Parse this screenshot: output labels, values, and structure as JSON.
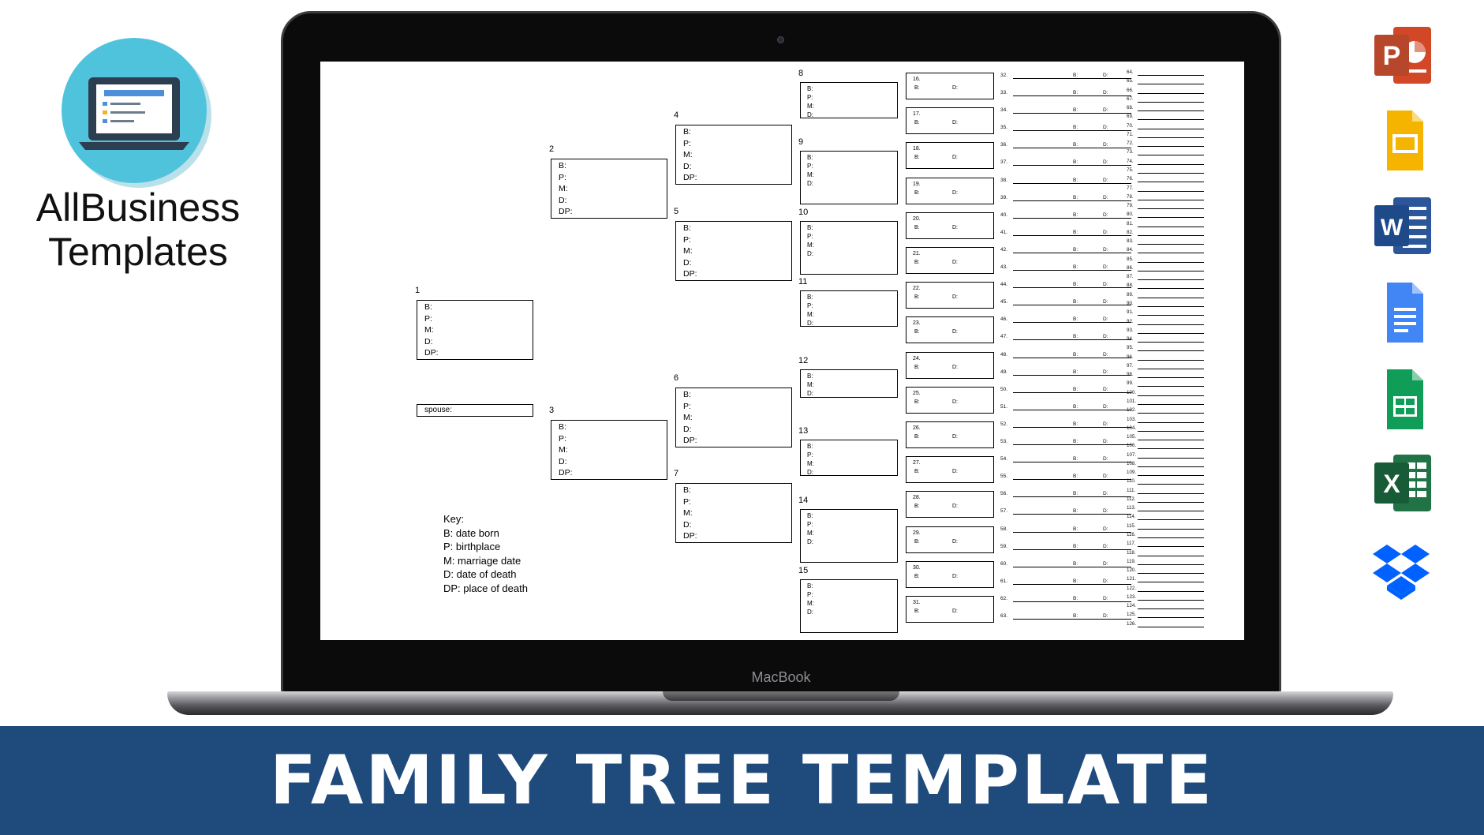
{
  "brand": {
    "name_line1": "AllBusiness",
    "name_line2": "Templates",
    "logo_icon": "laptop-icon",
    "colors": {
      "circle": "#4fc3dc",
      "circle_shadow": "#38a6bf",
      "laptop": "#2d3e50"
    }
  },
  "laptop": {
    "bezel_label": "MacBook"
  },
  "tree": {
    "generation1": [
      {
        "num": "1",
        "fields": [
          "B:",
          "P:",
          "M:",
          "D:",
          "DP:"
        ]
      }
    ],
    "spouse_label": "spouse:",
    "generation2": [
      {
        "num": "2",
        "fields": [
          "B:",
          "P:",
          "M:",
          "D:",
          "DP:"
        ]
      },
      {
        "num": "3",
        "fields": [
          "B:",
          "P:",
          "M:",
          "D:",
          "DP:"
        ]
      }
    ],
    "generation3": [
      {
        "num": "4",
        "fields": [
          "B:",
          "P:",
          "M:",
          "D:",
          "DP:"
        ]
      },
      {
        "num": "5",
        "fields": [
          "B:",
          "P:",
          "M:",
          "D:",
          "DP:"
        ]
      },
      {
        "num": "6",
        "fields": [
          "B:",
          "P:",
          "M:",
          "D:",
          "DP:"
        ]
      },
      {
        "num": "7",
        "fields": [
          "B:",
          "P:",
          "M:",
          "D:",
          "DP:"
        ]
      }
    ],
    "generation4": [
      {
        "num": "8",
        "fields": [
          "B:",
          "P:",
          "M:",
          "D:"
        ]
      },
      {
        "num": "9",
        "fields": [
          "B:",
          "P:",
          "M:",
          "D:"
        ]
      },
      {
        "num": "10",
        "fields": [
          "B:",
          "P:",
          "M:",
          "D:"
        ]
      },
      {
        "num": "11",
        "fields": [
          "B:",
          "P:",
          "M:",
          "D:"
        ]
      },
      {
        "num": "12",
        "fields": [
          "B:",
          "M:",
          "D:"
        ]
      },
      {
        "num": "13",
        "fields": [
          "B:",
          "P:",
          "M:",
          "D:"
        ]
      },
      {
        "num": "14",
        "fields": [
          "B:",
          "P:",
          "M:",
          "D:"
        ]
      },
      {
        "num": "15",
        "fields": [
          "B:",
          "P:",
          "M:",
          "D:"
        ]
      }
    ],
    "generation5": [
      "16.",
      "17.",
      "18.",
      "19.",
      "20.",
      "21.",
      "22.",
      "23.",
      "24.",
      "25.",
      "26.",
      "27.",
      "28.",
      "29.",
      "30.",
      "31."
    ],
    "generation5_b": "B:",
    "generation5_d": "D:",
    "generation6": [
      "32.",
      "33.",
      "34.",
      "35.",
      "36.",
      "37.",
      "38.",
      "39.",
      "40.",
      "41.",
      "42.",
      "43.",
      "44.",
      "45.",
      "46.",
      "47.",
      "48.",
      "49.",
      "50.",
      "51.",
      "52.",
      "53.",
      "54.",
      "55.",
      "56.",
      "57.",
      "58.",
      "59.",
      "60.",
      "61.",
      "62.",
      "63."
    ],
    "generation6_b": "B:",
    "generation6_d": "D:",
    "generation7": [
      "64.",
      "65.",
      "66.",
      "67.",
      "68.",
      "69.",
      "70.",
      "71.",
      "72.",
      "73.",
      "74.",
      "75.",
      "76.",
      "77.",
      "78.",
      "79.",
      "80.",
      "81.",
      "82.",
      "83.",
      "84.",
      "85.",
      "86.",
      "87.",
      "88.",
      "89.",
      "90.",
      "91.",
      "92.",
      "93.",
      "94.",
      "95.",
      "96.",
      "97.",
      "98.",
      "99.",
      "100.",
      "101.",
      "102.",
      "103.",
      "104.",
      "105.",
      "106.",
      "107.",
      "108.",
      "109.",
      "110.",
      "111.",
      "112.",
      "113.",
      "114.",
      "115.",
      "116.",
      "117.",
      "118.",
      "119.",
      "120.",
      "121.",
      "122.",
      "123.",
      "124.",
      "125.",
      "126."
    ],
    "key": {
      "title": "Key:",
      "items": [
        "B: date born",
        "P: birthplace",
        "M: marriage date",
        "D: date of death",
        "DP: place of death"
      ]
    }
  },
  "app_icons": [
    {
      "name": "powerpoint-icon",
      "letter": "P",
      "color": "#d24726"
    },
    {
      "name": "google-slides-icon",
      "letter": "",
      "color": "#f4b400"
    },
    {
      "name": "word-icon",
      "letter": "W",
      "color": "#2b579a"
    },
    {
      "name": "google-docs-icon",
      "letter": "",
      "color": "#4285f4"
    },
    {
      "name": "google-sheets-icon",
      "letter": "",
      "color": "#0f9d58"
    },
    {
      "name": "excel-icon",
      "letter": "X",
      "color": "#217346"
    },
    {
      "name": "dropbox-icon",
      "letter": "",
      "color": "#0061fe"
    }
  ],
  "banner": {
    "title": "FAMILY TREE TEMPLATE",
    "color": "#1f4a7c"
  }
}
